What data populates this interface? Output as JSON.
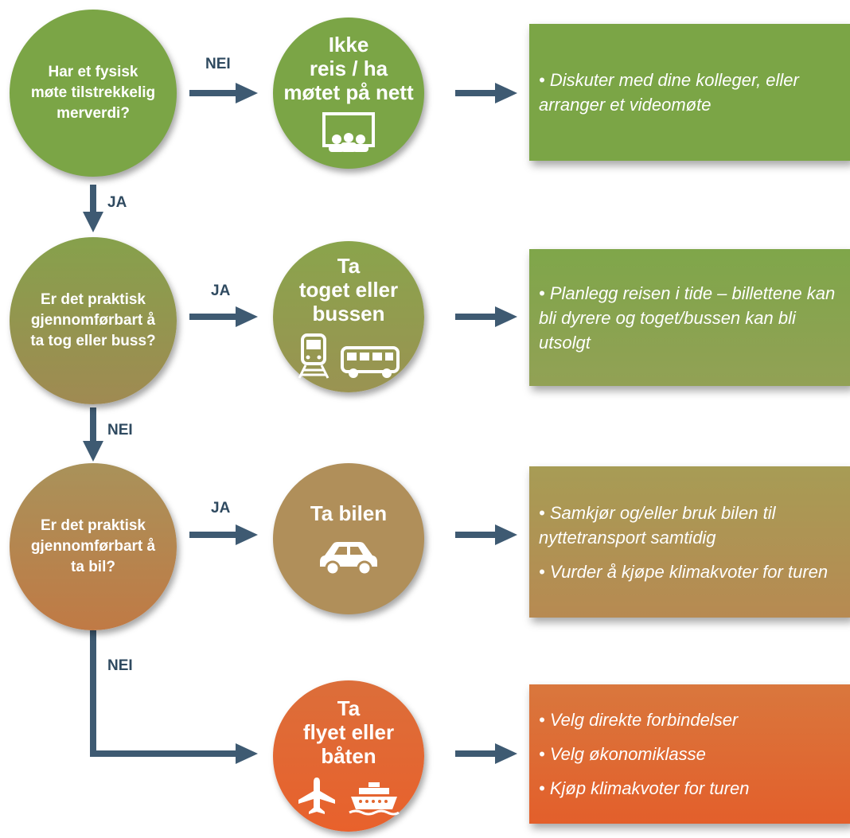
{
  "q1": {
    "lines": [
      "Har et fysisk",
      "møte tilstrekkelig",
      "merverdi?"
    ]
  },
  "q2": {
    "lines": [
      "Er det praktisk",
      "gjennomførbart å",
      "ta tog eller buss?"
    ]
  },
  "q3": {
    "lines": [
      "Er det praktisk",
      "gjennomførbart å",
      "ta bil?"
    ]
  },
  "a1": {
    "title": "Ikke\nreis / ha\nmøtet på nett",
    "icons": [
      "video-meeting-icon"
    ]
  },
  "a2": {
    "title": "Ta\ntoget eller\nbussen",
    "icons": [
      "train-icon",
      "bus-icon"
    ]
  },
  "a3": {
    "title": "Ta bilen",
    "icons": [
      "car-icon"
    ]
  },
  "a4": {
    "title": "Ta\nflyet eller\nbåten",
    "icons": [
      "airplane-icon",
      "ship-icon"
    ]
  },
  "labels": {
    "nei1": "NEI",
    "ja1": "JA",
    "ja2": "JA",
    "nei2": "NEI",
    "ja3": "JA",
    "nei3": "NEI"
  },
  "box1": {
    "items": [
      "Diskuter med dine kolleger, eller arranger et videomøte"
    ]
  },
  "box2": {
    "items": [
      "Planlegg reisen i tide – billettene kan bli dyrere og toget/bussen kan bli utsolgt"
    ]
  },
  "box3": {
    "items": [
      "Samkjør og/eller bruk bilen til nyttetransport samtidig",
      "Vurder å kjøpe klimakvoter for turen"
    ]
  },
  "box4": {
    "items": [
      "Velg direkte forbindelser",
      "Velg økonomiklasse",
      "Kjøp klimakvoter for turen"
    ]
  },
  "colors": {
    "arrow": "#3e5a72",
    "green": "#7ba546",
    "olive": "#8ea14f",
    "tan": "#b08a55",
    "orange": "#e06a35"
  }
}
